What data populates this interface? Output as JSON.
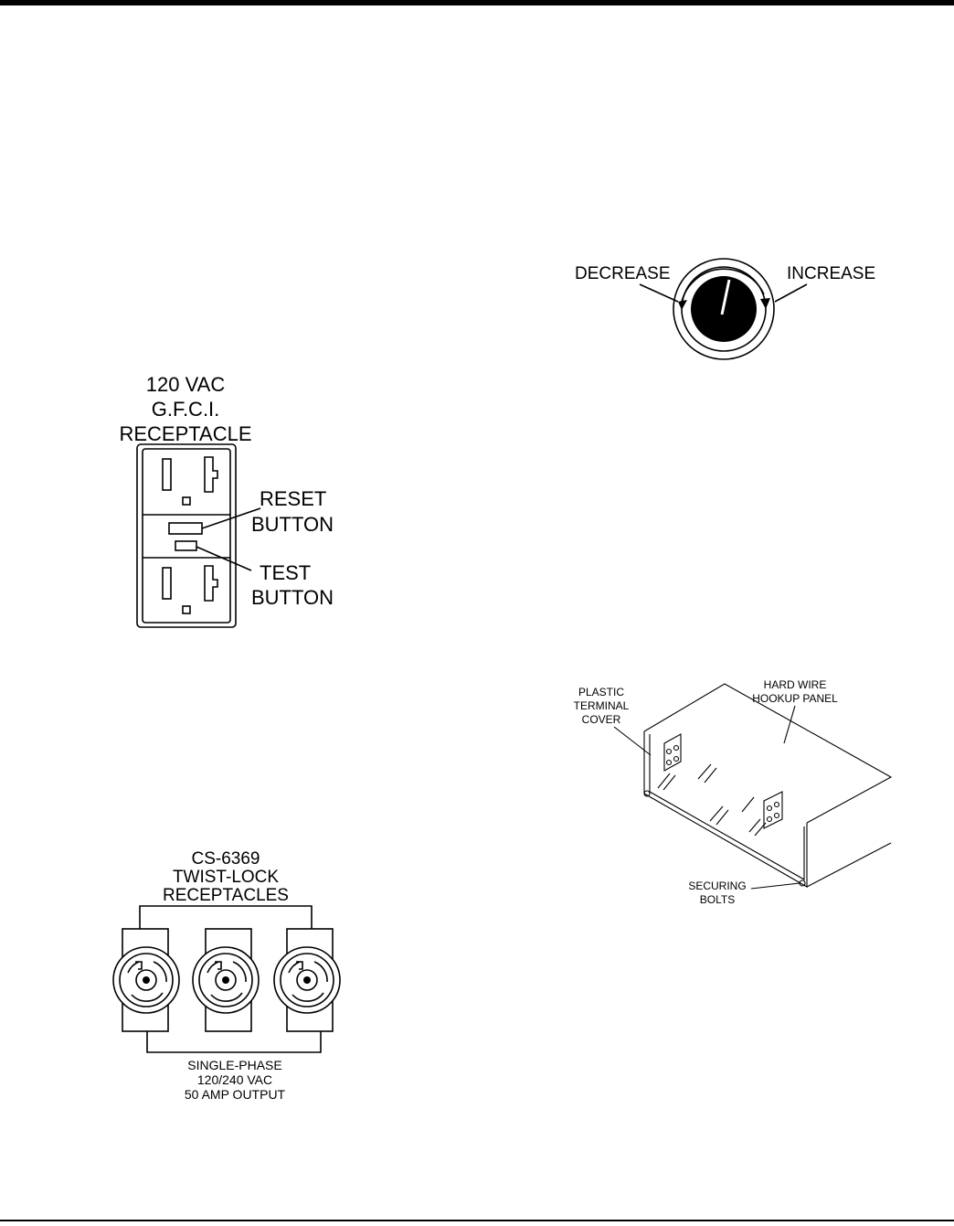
{
  "gfci": {
    "title_line1": "120 VAC",
    "title_line2": "G.F.C.I.",
    "title_line3": "RECEPTACLE",
    "reset_line1": "RESET",
    "reset_line2": "BUTTON",
    "test_line1": "TEST",
    "test_line2": "BUTTON"
  },
  "knob": {
    "decrease_label": "DECREASE",
    "increase_label": "INCREASE"
  },
  "twistlock": {
    "title_line1": "CS-6369",
    "title_line2": "TWIST-LOCK",
    "title_line3": "RECEPTACLES",
    "output_line1": "SINGLE-PHASE",
    "output_line2": "120/240 VAC",
    "output_line3": "50 AMP OUTPUT"
  },
  "panel": {
    "cover_line1": "PLASTIC",
    "cover_line2": "TERMINAL",
    "cover_line3": "COVER",
    "panel_line1": "HARD WIRE",
    "panel_line2": "HOOKUP PANEL",
    "bolts_line1": "SECURING",
    "bolts_line2": "BOLTS"
  }
}
